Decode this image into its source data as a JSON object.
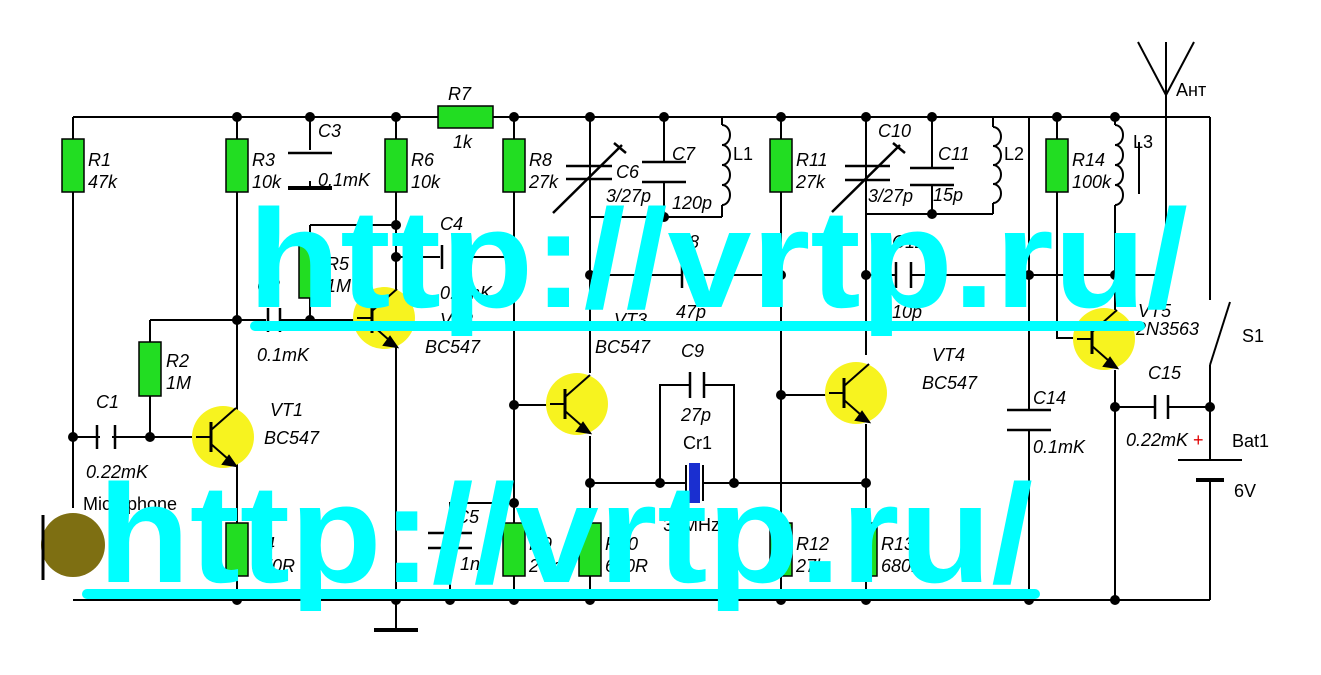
{
  "watermark": {
    "text": "http://vrtp.ru/",
    "color": "#00ffff"
  },
  "colors": {
    "resistor": "#22dd22",
    "transistor": "#f7f31f",
    "crystal": "#1a2fd0",
    "microphone": "#7e6f12",
    "junction": "#000000",
    "battery_plus": "#e00000"
  },
  "antenna": {
    "label": "Ант"
  },
  "resistors": [
    {
      "id": "r1",
      "name": "R1",
      "value": "47k"
    },
    {
      "id": "r2",
      "name": "R2",
      "value": "1M"
    },
    {
      "id": "r3",
      "name": "R3",
      "value": "10k"
    },
    {
      "id": "r4",
      "name": "R4",
      "value": "470R"
    },
    {
      "id": "r5",
      "name": "R5",
      "value": "1M"
    },
    {
      "id": "r6",
      "name": "R6",
      "value": "10k"
    },
    {
      "id": "r7",
      "name": "R7",
      "value": "1k"
    },
    {
      "id": "r8",
      "name": "R8",
      "value": "27k"
    },
    {
      "id": "r9",
      "name": "R9",
      "value": "27k"
    },
    {
      "id": "r10",
      "name": "R10",
      "value": "680R"
    },
    {
      "id": "r11",
      "name": "R11",
      "value": "27k"
    },
    {
      "id": "r12",
      "name": "R12",
      "value": "27k"
    },
    {
      "id": "r13",
      "name": "R13",
      "value": "680R"
    },
    {
      "id": "r14",
      "name": "R14",
      "value": "100k"
    }
  ],
  "capacitors": [
    {
      "id": "c1",
      "name": "C1",
      "value": "0.22mK"
    },
    {
      "id": "c2",
      "name": "C2",
      "value": "0.1mK"
    },
    {
      "id": "c3",
      "name": "C3",
      "value": "0.1mK"
    },
    {
      "id": "c4",
      "name": "C4",
      "value": "0.1mK"
    },
    {
      "id": "c5",
      "name": "C5",
      "value": "1n"
    },
    {
      "id": "c6",
      "name": "C6",
      "value": "3/27p"
    },
    {
      "id": "c7",
      "name": "C7",
      "value": "120p"
    },
    {
      "id": "c8",
      "name": "C8",
      "value": "47p"
    },
    {
      "id": "c9",
      "name": "C9",
      "value": "27p"
    },
    {
      "id": "c10",
      "name": "C10",
      "value": "3/27p"
    },
    {
      "id": "c11",
      "name": "C11",
      "value": "15p"
    },
    {
      "id": "c12",
      "name": "C12",
      "value": "10p"
    },
    {
      "id": "c14",
      "name": "C14",
      "value": "0.1mK"
    },
    {
      "id": "c15",
      "name": "C15",
      "value": "0.22mK"
    }
  ],
  "inductors": [
    {
      "id": "l1",
      "name": "L1"
    },
    {
      "id": "l2",
      "name": "L2"
    },
    {
      "id": "l3",
      "name": "L3"
    }
  ],
  "transistors": [
    {
      "id": "vt1",
      "name": "VT1",
      "model": "BC547"
    },
    {
      "id": "vt2",
      "name": "VT2",
      "model": "BC547"
    },
    {
      "id": "vt3",
      "name": "VT3",
      "model": "BC547"
    },
    {
      "id": "vt4",
      "name": "VT4",
      "model": "BC547"
    },
    {
      "id": "vt5",
      "name": "VT5",
      "model": "2N3563"
    }
  ],
  "crystal": {
    "name": "Cr1",
    "value": "30MHz"
  },
  "microphone": {
    "label": "Microphone"
  },
  "switch": {
    "name": "S1"
  },
  "battery": {
    "name": "Bat1",
    "value": "6V",
    "plus": "+"
  }
}
